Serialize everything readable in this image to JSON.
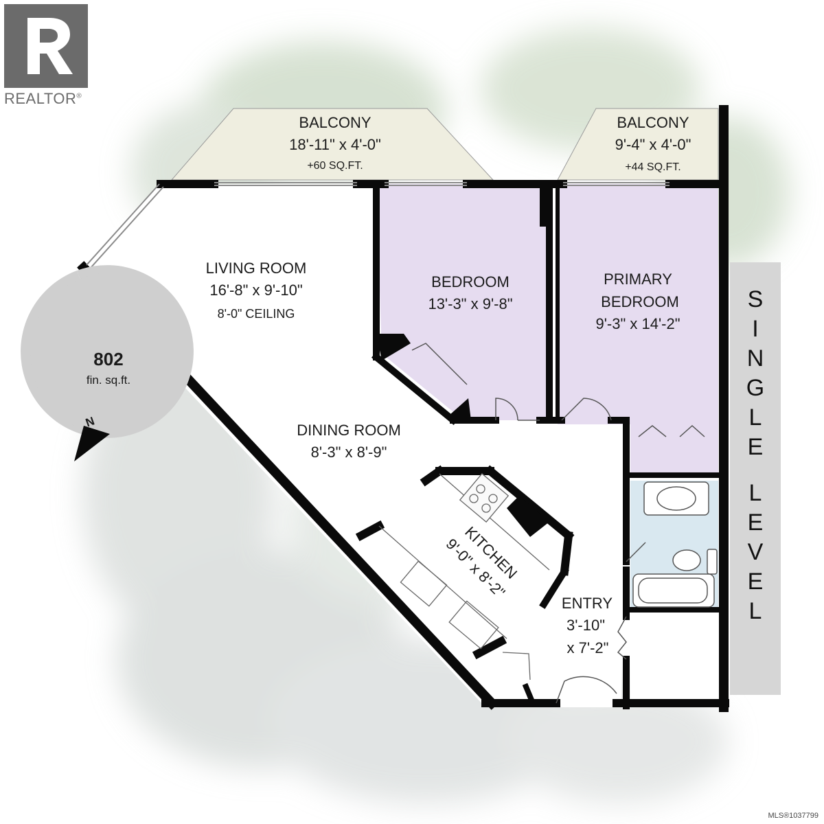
{
  "brand": {
    "name": "REALTOR",
    "mark": "®"
  },
  "mls": "MLS®1037799",
  "level": {
    "line1": "SINGLE",
    "line2": "LEVEL"
  },
  "area": {
    "value": "802",
    "unit": "fin. sq.ft."
  },
  "compass": {
    "label": "N"
  },
  "rooms": {
    "balcony_left": {
      "name": "BALCONY",
      "dims": "18'-11\" x 4'-0\"",
      "extra": "+60 SQ.FT."
    },
    "balcony_right": {
      "name": "BALCONY",
      "dims": "9'-4\" x 4'-0\"",
      "extra": "+44 SQ.FT."
    },
    "living": {
      "name": "LIVING ROOM",
      "dims": "16'-8\" x 9'-10\"",
      "extra": "8'-0\" CEILING"
    },
    "bedroom": {
      "name": "BEDROOM",
      "dims": "13'-3\" x 9'-8\""
    },
    "primary": {
      "name1": "PRIMARY",
      "name2": "BEDROOM",
      "dims": "9'-3\" x 14'-2\""
    },
    "dining": {
      "name": "DINING ROOM",
      "dims": "8'-3\" x 8'-9\""
    },
    "kitchen": {
      "name": "KITCHEN",
      "dims": "9'-0\" x 8'-2\""
    },
    "entry": {
      "name": "ENTRY",
      "dims1": "3'-10\"",
      "dims2": "x 7'-2\""
    }
  },
  "colors": {
    "wall": "#0a0a0a",
    "bedroom_fill": "#e6dcf0",
    "balcony_fill": "#efeee0",
    "bath_fill": "#d9e8f0",
    "badge_fill": "#cfcfcf",
    "level_bg": "#d6d6d6",
    "watercolor": "#c9d6c5"
  }
}
